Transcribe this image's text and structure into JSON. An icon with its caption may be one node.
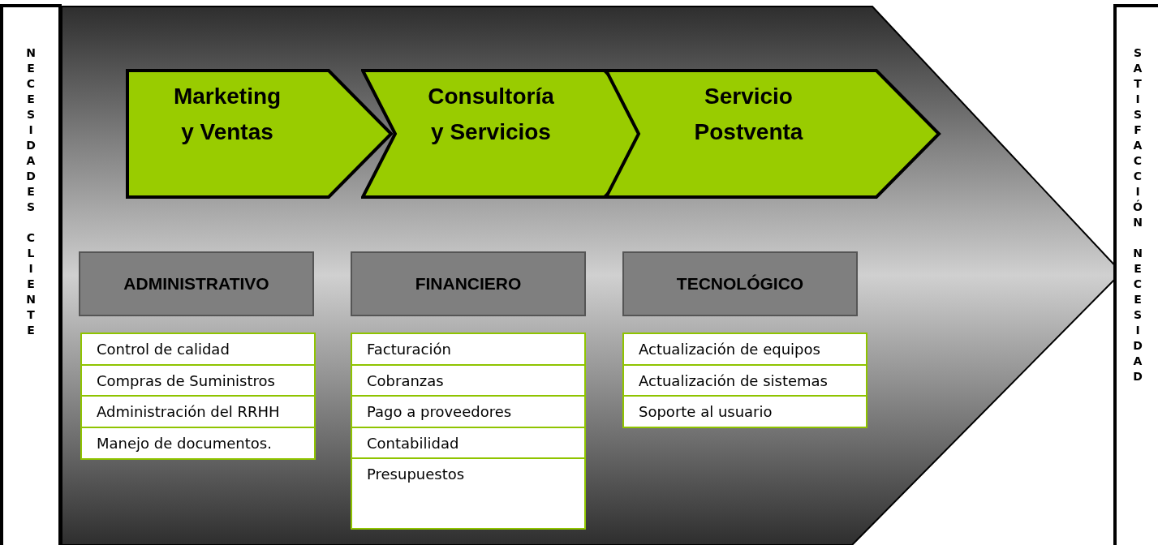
{
  "diagram": {
    "nodes": [
      {
        "text": [
          "NECESIDADES CLIENTE"
        ]
      },
      {
        "text": [
          "Marketing y Ventas"
        ]
      },
      {
        "text": [
          "Consultoría y Servicios"
        ]
      },
      {
        "text": [
          "Servicio Postventa"
        ]
      },
      {
        "text": [
          "ADMINISTRATIVO"
        ]
      },
      {
        "text": [
          "FINANCIERO"
        ]
      },
      {
        "text": [
          "TECNOLÓGICO"
        ]
      },
      {
        "text": [
          "Control de calidad",
          "Compras de Suministros",
          "Administración del RRHH",
          "Manejo de documentos."
        ]
      },
      {
        "text": [
          "Facturación",
          "Cobranzas",
          "Pago a proveedores",
          "Contabilidad",
          "Presupuestos"
        ]
      },
      {
        "text": [
          "Actualización de equipos",
          "Actualización de sistemas",
          "Soporte al usuario"
        ]
      },
      {
        "text": [
          "SATISFACCIÓN NECESIDAD"
        ]
      }
    ]
  }
}
